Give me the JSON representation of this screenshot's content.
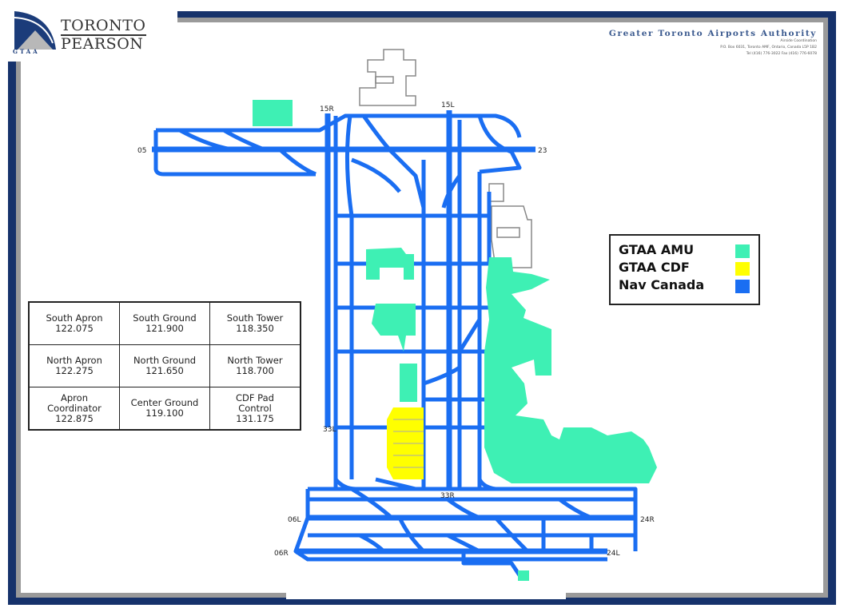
{
  "logo": {
    "name_line1": "TORONTO",
    "name_line2": "PEARSON",
    "abbrev": "GTAA"
  },
  "header": {
    "organization": "Greater Toronto Airports Authority",
    "department": "Airside Coordination",
    "address": "P.O. Box 6031, Toronto AMF, Ontario, Canada L5P 1B2",
    "phone": "Tel (416) 776-3022   Fax (416) 776-6078"
  },
  "frequencies": [
    [
      {
        "name": "South Apron",
        "freq": "122.075"
      },
      {
        "name": "South Ground",
        "freq": "121.900"
      },
      {
        "name": "South Tower",
        "freq": "118.350"
      }
    ],
    [
      {
        "name": "North Apron",
        "freq": "122.275"
      },
      {
        "name": "North Ground",
        "freq": "121.650"
      },
      {
        "name": "North Tower",
        "freq": "118.700"
      }
    ],
    [
      {
        "name": "Apron Coordinator",
        "freq": "122.875"
      },
      {
        "name": "Center Ground",
        "freq": "119.100"
      },
      {
        "name": "CDF Pad Control",
        "freq": "131.175"
      }
    ]
  ],
  "legend": [
    {
      "label": "GTAA AMU",
      "color": "#3ef0b4"
    },
    {
      "label": "GTAA CDF",
      "color": "#ffff00"
    },
    {
      "label": "Nav Canada",
      "color": "#1a6ef2"
    }
  ],
  "runway_labels": {
    "r15R": "15R",
    "r15L": "15L",
    "r05": "05",
    "r23": "23",
    "r33L": "33L",
    "r33R": "33R",
    "r06L": "06L",
    "r24R": "24R",
    "r06R": "06R",
    "r24L": "24L"
  }
}
